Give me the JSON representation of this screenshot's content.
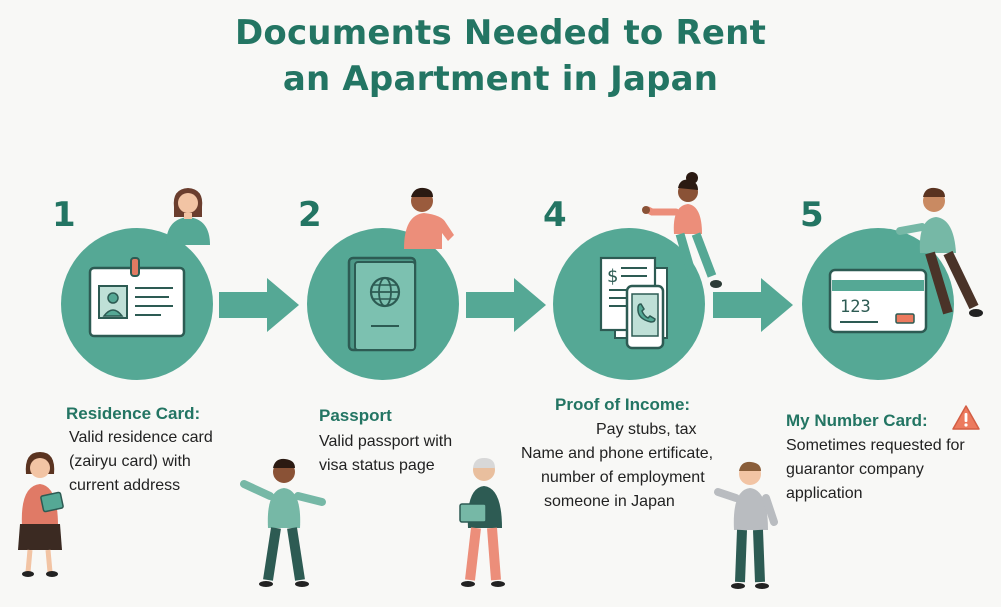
{
  "title": {
    "line1": "Documents Needed to Rent",
    "line2": "an Apartment in Japan"
  },
  "colors": {
    "teal": "#55a895",
    "dark_teal": "#237563",
    "warning": "#ec7a5e"
  },
  "steps": [
    {
      "number": "1",
      "icon": "id-card-icon",
      "heading": "Residence Card:",
      "lines": [
        "Valid residence card",
        "(zairyu card) with",
        "current address"
      ]
    },
    {
      "number": "2",
      "icon": "passport-icon",
      "heading": "Passport",
      "lines": [
        "Valid passport with",
        "visa status page"
      ]
    },
    {
      "number": "4",
      "icon": "documents-phone-icon",
      "heading": "Proof of Income:",
      "lines": [
        "Pay stubs, tax",
        "Name and phone ertificate,",
        "number of employment",
        "someone in Japan"
      ]
    },
    {
      "number": "5",
      "icon": "credit-card-icon",
      "card_text": "123",
      "heading": "My Number Card:",
      "heading_icon": "warning-icon",
      "lines": [
        "Sometimes requested for",
        "guarantor company",
        "application"
      ]
    }
  ]
}
